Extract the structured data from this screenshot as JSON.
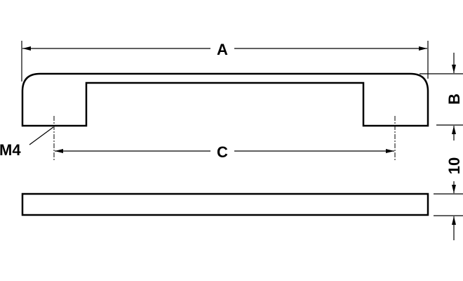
{
  "diagram": {
    "labels": {
      "overall_length": "A",
      "height": "B",
      "hole_spacing": "C",
      "thread": "M4",
      "thickness": "10"
    },
    "colors": {
      "line": "#000000",
      "background": "#ffffff"
    }
  }
}
